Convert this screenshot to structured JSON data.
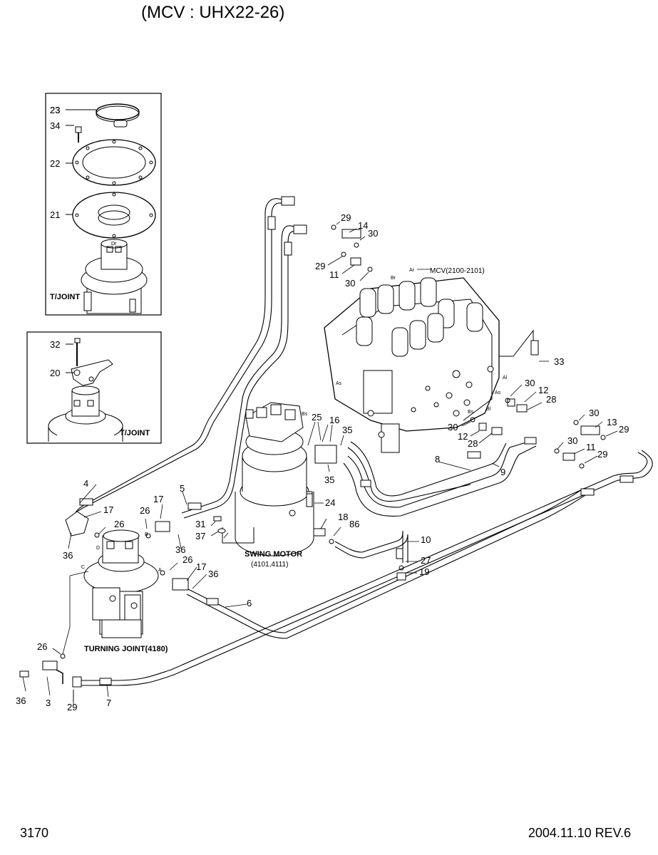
{
  "header": {
    "title": "(MCV : UHX22-26)"
  },
  "footer": {
    "page": "3170",
    "date_rev": "2004.11.10  REV.6"
  },
  "insets": {
    "top": {
      "label": "T/JOINT",
      "parts": [
        "23",
        "34",
        "22",
        "21"
      ]
    },
    "bottom": {
      "label": "T/JOINT",
      "parts": [
        "32",
        "20"
      ]
    }
  },
  "components": {
    "mcv": "MCV(2100-2101)",
    "swing_motor": "SWING MOTOR",
    "swing_motor_codes": "(4101,4111)",
    "turning_joint": "TURNING JOINT(4180)"
  },
  "port_labels": {
    "ar": "Ar",
    "br": "Br",
    "as": "As",
    "as2": "As",
    "bs_mcv": "Bs",
    "al": "Al",
    "bl": "Bl",
    "bs": "Bs",
    "a": "A",
    "b": "B",
    "c": "C",
    "d": "D",
    "tj_code": "Dr"
  },
  "callouts": {
    "c29a": "29",
    "c14": "14",
    "c30a": "30",
    "c29b": "29",
    "c11a": "11",
    "c30b": "30",
    "c33": "33",
    "c30c": "30",
    "c12a": "12",
    "c28a": "28",
    "c30d": "30",
    "c13": "13",
    "c29c": "29",
    "c30e": "30",
    "c12b": "12",
    "c28b": "28",
    "c30f": "30",
    "c11b": "11",
    "c29d": "29",
    "c25": "25",
    "c16": "16",
    "c35a": "35",
    "c35b": "35",
    "c8": "8",
    "c9": "9",
    "c24": "24",
    "c4": "4",
    "c17a": "17",
    "c26a": "26",
    "c26b": "26",
    "c17b": "17",
    "c5": "5",
    "c36a": "36",
    "c36b": "36",
    "c31": "31",
    "c37": "37",
    "c18": "18",
    "c86": "86",
    "c10": "10",
    "c27": "27",
    "c19": "19",
    "c26c": "26",
    "c17c": "17",
    "c36c": "36",
    "c6": "6",
    "c26d": "26",
    "c36d": "36",
    "c3": "3",
    "c29e": "29",
    "c7": "7"
  }
}
